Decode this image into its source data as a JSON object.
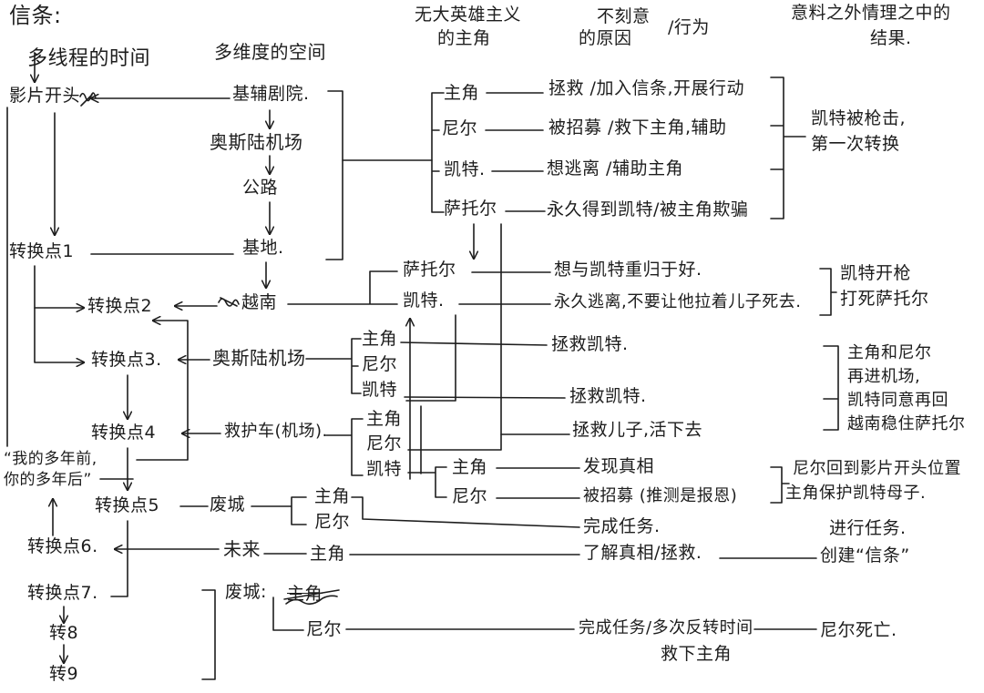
{
  "title": "信条:",
  "colors": {
    "ink": "#1d1d1d",
    "paper": "#ffffff"
  },
  "headers": {
    "time": "多线程的时间",
    "space": "多维度的空间",
    "protagonist": [
      "无大英雄主义",
      "的主角"
    ],
    "reason": [
      "不刻意",
      "的原因"
    ],
    "action": "/行为",
    "result": [
      "意料之外情理之中的",
      "结果."
    ]
  },
  "timeline": {
    "start": "影片开头",
    "points": [
      "转换点1",
      "转换点2",
      "转换点3.",
      "转换点4",
      "转换点5",
      "转换点6.",
      "转换点7.",
      "转8",
      "转9"
    ],
    "quote": [
      "“我的多年前,",
      "你的多年后”"
    ]
  },
  "places": [
    "基辅剧院.",
    "奥斯陆机场",
    "公路",
    "基地.",
    "越南",
    "奥斯陆机场",
    "救护车(机场).",
    "废城",
    "未来",
    "废城:"
  ],
  "groups": [
    {
      "characters": [
        "主角",
        "尼尔",
        "凯特.",
        "萨托尔"
      ],
      "motives": [
        "拯救 /加入信条,开展行动",
        "被招募 /救下主角,辅助",
        "想逃离 /辅助主角",
        "永久得到凯特/被主角欺骗"
      ],
      "result": [
        "凯特被枪击,",
        "第一次转换"
      ]
    },
    {
      "characters": [
        "萨托尔",
        "凯特."
      ],
      "motives": [
        "想与凯特重归于好.",
        "永久逃离,不要让他拉着儿子死去."
      ],
      "result": [
        "凯特开枪",
        "打死萨托尔"
      ]
    },
    {
      "characters": [
        "主角",
        "尼尔",
        "凯特"
      ],
      "motives": [
        "拯救凯特.",
        "拯救凯特."
      ],
      "result": [
        "主角和尼尔",
        "再进机场,",
        "凯特同意再回",
        "越南稳住萨托尔"
      ]
    },
    {
      "characters": [
        "主角",
        "尼尔",
        "凯特"
      ],
      "motives": [
        "拯救儿子,活下去"
      ]
    },
    {
      "characters": [
        "主角",
        "尼尔"
      ],
      "motives": [
        "发现真相",
        "被招募 (推测是报恩)"
      ],
      "result": [
        "尼尔回到影片开头位置",
        "主角保护凯特母子."
      ]
    },
    {
      "characters": [
        "主角",
        "尼尔"
      ],
      "motives": [
        "完成任务."
      ],
      "result": [
        "进行任务."
      ]
    },
    {
      "characters": [
        "主角"
      ],
      "motives": [
        "了解真相/拯救."
      ],
      "result": [
        "创建“信条”"
      ]
    },
    {
      "crossed_out": "主角",
      "characters": [
        "尼尔"
      ],
      "motives": [
        "完成任务/多次反转时间",
        "救下主角"
      ],
      "result": [
        "尼尔死亡."
      ]
    }
  ]
}
